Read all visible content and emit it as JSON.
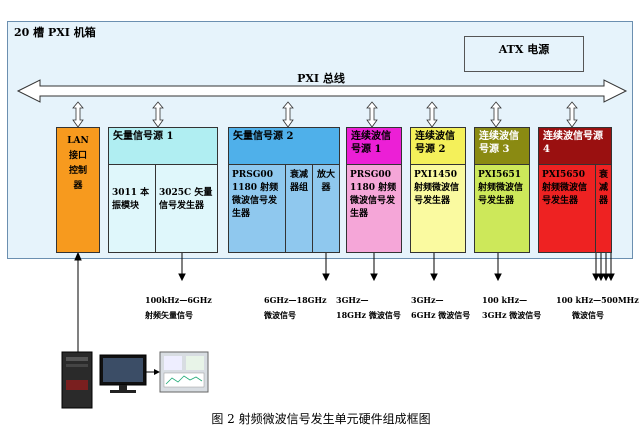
{
  "chassis": {
    "title": "20 槽 PXI 机箱"
  },
  "atx": {
    "label": "ATX 电源"
  },
  "bus": {
    "label": "PXI 总线"
  },
  "modules": [
    {
      "id": "lan",
      "header": "LAN 接口控制器",
      "color": "#f79a1e"
    },
    {
      "id": "vec1",
      "header": "矢量信号源 1",
      "color": "#b0eef2",
      "subs": [
        "3011 本振模块",
        "3025C 矢量信号发生器"
      ]
    },
    {
      "id": "vec2",
      "header": "矢量信号源 2",
      "color": "#4fb0ea",
      "subs": [
        "PRSG00 1180 射频微波信号发生器",
        "衰减器组",
        "放大器"
      ]
    },
    {
      "id": "cw1",
      "header": "连续波信号源 1",
      "color": "#ec1fd6",
      "body": "PRSG00 1180 射频微波信号发生器",
      "body_color": "#f5a6d8"
    },
    {
      "id": "cw2",
      "header": "连续波信号源 2",
      "color": "#f4f05a",
      "body": "PXI1450 射频微波信号发生器",
      "body_color": "#fafaa0"
    },
    {
      "id": "cw3",
      "header": "连续波信号源 3",
      "color": "#8a8a12",
      "body": "PXI5651 射频微波信号发生器",
      "body_color": "#cde85a"
    },
    {
      "id": "cw4",
      "header": "连续波信号源 4",
      "color": "#9a1010",
      "body": "PXI5650 射频微波信号发生器",
      "body_color": "#ee2222",
      "extra": "衰减器"
    }
  ],
  "outputs": [
    {
      "line1": "100kHz—6GHz",
      "line2": "射频矢量信号"
    },
    {
      "line1": "6GHz—18GHz",
      "line2": "微波信号"
    },
    {
      "line1": "3GHz—",
      "line2": "18GHz 微波信号"
    },
    {
      "line1": "3GHz—",
      "line2": "6GHz 微波信号"
    },
    {
      "line1": "100 kHz—",
      "line2": "3GHz 微波信号"
    },
    {
      "line1": "100 kHz—500MHz",
      "line2": "微波信号"
    }
  ],
  "figure_caption": "图 2 射频微波信号发生单元硬件组成框图"
}
